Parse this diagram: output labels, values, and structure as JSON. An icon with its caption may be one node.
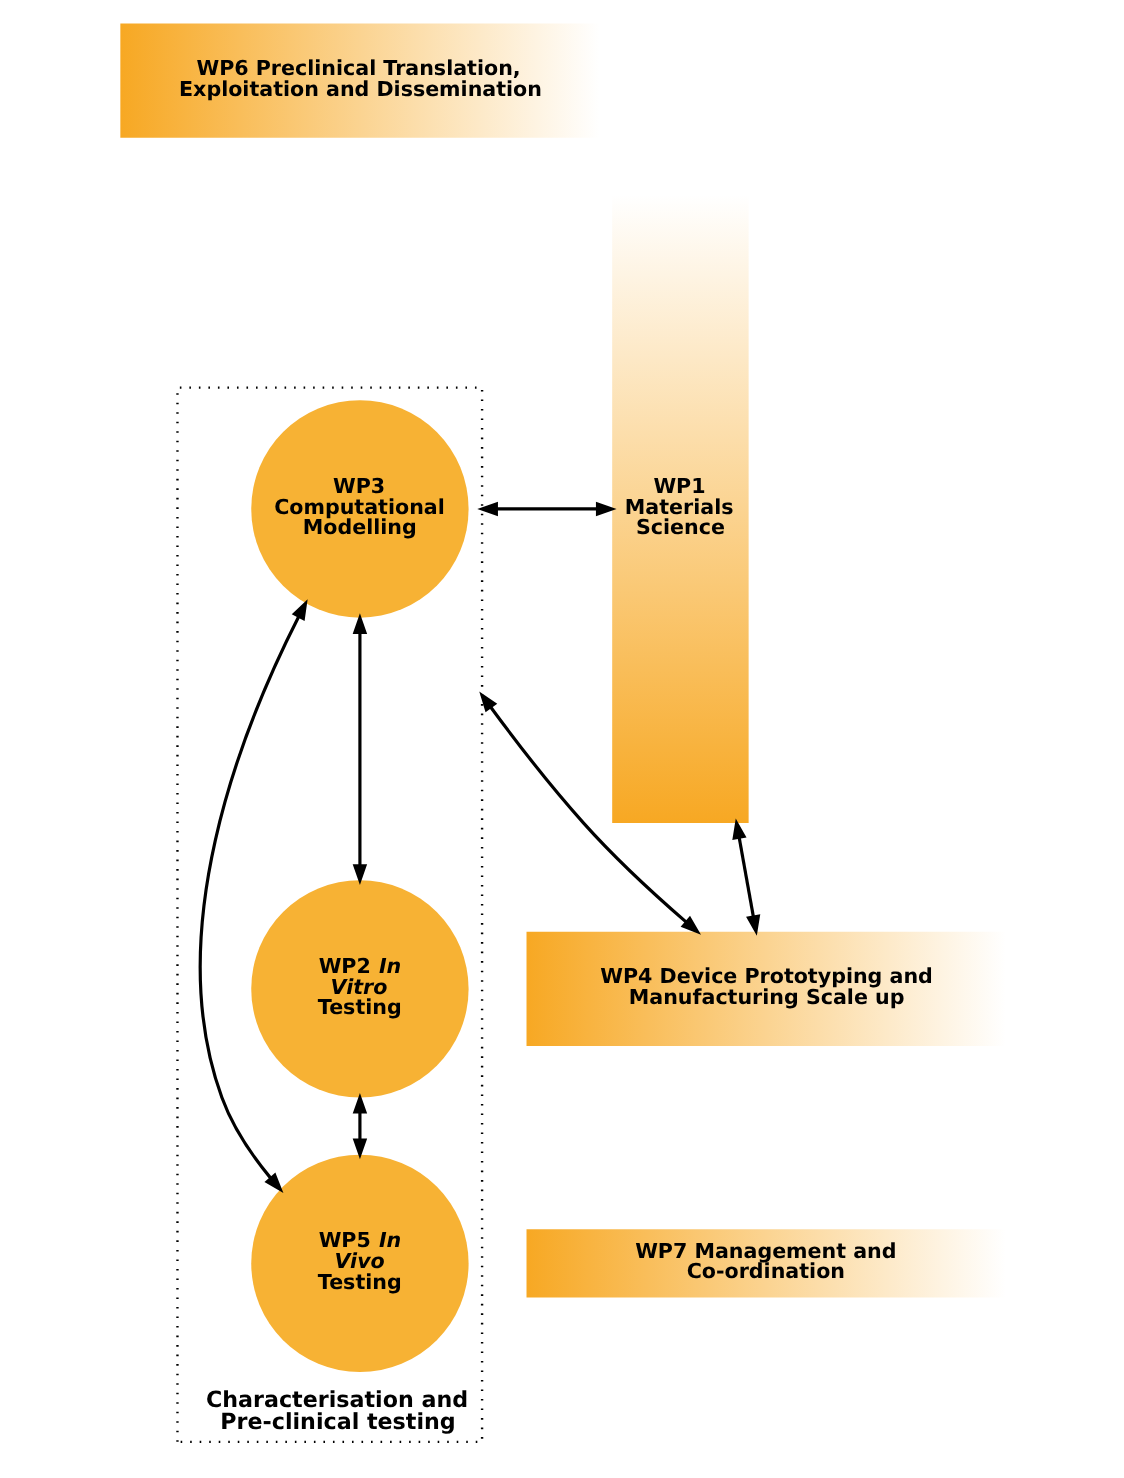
{
  "diagram": {
    "nodes": [
      {
        "text": [
          "WP6 Preclinical Translation, Exploitation and Dissemination"
        ]
      },
      {
        "text": [
          "WP1 Materials Science"
        ]
      },
      {
        "text": [
          "Characterisation and Pre-clinical testing"
        ]
      },
      {
        "text": [
          "WP3 Computational Modelling"
        ],
        "in": 2
      },
      {
        "text": [
          "WP5 *In Vivo* Testing"
        ],
        "in": 2
      },
      {
        "text": [
          "WP2 *In Vitro* Testing"
        ],
        "in": 2
      },
      {
        "text": [
          "WP4 Device Prototyping and Manufacturing Scale up"
        ]
      },
      {
        "text": [
          "WP7 Management and Co-ordination"
        ]
      }
    ],
    "edges": [
      {
        "from": 3,
        "to": 5,
        "arrow": "both"
      },
      {
        "from": 3,
        "to": 4,
        "arrow": "both"
      },
      {
        "from": 5,
        "to": 4,
        "arrow": "both"
      },
      {
        "from": 2,
        "to": 6,
        "arrow": "both"
      },
      {
        "from": 1,
        "to": 2,
        "arrow": "both"
      },
      {
        "from": 1,
        "to": 6,
        "arrow": "both"
      }
    ]
  }
}
